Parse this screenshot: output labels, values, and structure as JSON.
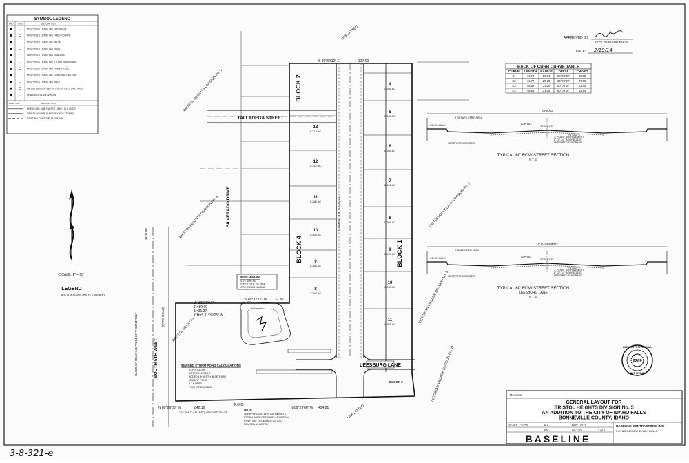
{
  "symbol_legend": {
    "title": "SYMBOL LEGEND",
    "headers": [
      "PRO",
      "EXIST",
      "DESCRIPTION"
    ],
    "items": [
      "PROPOSED / EXISTING ELEVATION",
      "PROPOSED / EXISTING FIRE HYDRANT",
      "PROPOSED / EXISTING VALVE",
      "PROPOSED / EXISTING PLUG",
      "PROPOSED / EXISTING MANHOLE",
      "PROPOSED / EXISTING STORM DRAIN INLET",
      "PROPOSED / EXISTING POWER POLE",
      "PROPOSED / EXISTING CURB AND GUTTER",
      "PROPOSED / EXISTING WALK",
      "WATER SERVICE METER PIT  CITY STD DWG 9050",
      "DRAINAGE FLOW ARROW"
    ],
    "linetype_headers": [
      "LINETYPE",
      "DESCRIPTION"
    ],
    "linetypes": [
      "PRESSURE LINE (WATER LINE) - CLS 50 DIP",
      "PIPE FLOW LINE (SANITARY AND STORM)",
      "EXISTING CONTOUR ELEVATION"
    ]
  },
  "approval": {
    "approved_by_label": "APPROVED BY:",
    "approver": "CITY OF IDAHO FALLS",
    "date_label": "DATE:",
    "date_value": "2/19/14"
  },
  "curve_table": {
    "title": "BACK OF CURB CURVE TABLE",
    "headers": [
      "CURVE",
      "LENGTH",
      "RADIUS",
      "DELTA",
      "CHORD"
    ],
    "rows": [
      [
        "C1",
        "41.72",
        "26.94",
        "90°44'48\"",
        "38.98"
      ],
      [
        "C2",
        "41.72",
        "26.68",
        "89°00'00\"",
        "37.80"
      ],
      [
        "C3",
        "46.69",
        "31.00",
        "90°00'00\"",
        "43.84"
      ],
      [
        "C4",
        "46.69",
        "31.00",
        "90°00'00\"",
        "43.84"
      ]
    ]
  },
  "sections": [
    {
      "title": "TYPICAL 60' ROW STREET SECTION",
      "subtitle": "",
      "scale": "N.T.S.",
      "row": "60' R/W",
      "labels": [
        "5.75' PARK STRIP AREA",
        "ASPHALT",
        "SEAL COAT",
        "3\" PLANT MIX PAVEMENT",
        "8\" OF 3/4\" AGGREGATE",
        "PREPARED SUBGRADE",
        "CONC. WALK",
        "METER PIT",
        "CURB STOP",
        "2% SLOPE"
      ]
    },
    {
      "title": "TYPICAL 60' ROW STREET SECTION",
      "subtitle": "LEESBURG LANE",
      "scale": "N.T.S.",
      "row": "10' EASEMENT",
      "labels": [
        "6' PARK STRIP AREA",
        "ASPHALT",
        "SEAL COAT",
        "3\" PLANT MIX PAVEMENT",
        "8\" OF 3/4\" AGGREGATE",
        "PREPARED SUBGRADE",
        "CONC. WALK",
        "METER PIT",
        "CURB STOP",
        "2% SLOPE"
      ]
    }
  ],
  "streets": {
    "talladega": "TALLADEGA STREET",
    "silverado": "SILVERADO DRIVE",
    "leesburg": "LEESBURG LANE",
    "south5th": "SOUTH 5TH WEST",
    "park_road": "(PARK ROAD)",
    "center": "COMSTOCK STREET"
  },
  "blocks": {
    "b2": "BLOCK 2",
    "b4": "BLOCK 4",
    "b1": "BLOCK 1",
    "b6": "BLOCK 6"
  },
  "lots_left": [
    {
      "n": "13",
      "a": "0.314 AC"
    },
    {
      "n": "12",
      "a": "0.314 AC"
    },
    {
      "n": "11",
      "a": "0.280 AC"
    },
    {
      "n": "10",
      "a": "0.266 AC"
    },
    {
      "n": "9",
      "a": "0.266 AC"
    },
    {
      "n": "8",
      "a": "0.266 AC"
    }
  ],
  "lots_right": [
    {
      "n": "4",
      "a": "0.265 AC"
    },
    {
      "n": "5",
      "a": "0.268 AC"
    },
    {
      "n": "6",
      "a": "0.265 AC"
    },
    {
      "n": "7",
      "a": "0.265 AC"
    },
    {
      "n": "8",
      "a": "0.265 AC"
    },
    {
      "n": "9",
      "a": "0.265 AC"
    },
    {
      "n": "10",
      "a": "0.265 AC"
    },
    {
      "n": "11",
      "a": "0.265 AC"
    }
  ],
  "subdivisions": {
    "bristol_1": "BRISTOL HEIGHTS DIVISION No. 1",
    "bristol_4": "BRISTOL HEIGHTS DIVISION No. 4",
    "bristol": "BRISTOL HEIGHTS",
    "victorian_2": "VICTORIAN VILLAGE DIVISION No. 2",
    "victorian_3": "VICTORIAN VILLAGE DIVISION No. 3",
    "victorian_11": "VICTORIAN VILLAGE DIVISION No. 11",
    "unplatted": "UNPLATTED"
  },
  "bearings": {
    "top": "S 89°32'12\" E",
    "top_dist": "317.00'",
    "mid": "N 89°32'12\" W",
    "mid_dist": "132.86'",
    "bottom_left": "N 89°29'08\" W",
    "bottom_left_dist": "842.16'",
    "bottom_right": "N 89°29'08\" W",
    "bottom_right_dist": "454.81'",
    "basis": "BASIS OF BEARING \"2304 CITY CONTROL\"",
    "pob": "P.O.B.",
    "dim_1020": "1020.00'"
  },
  "curve_data": [
    "Δ=22°23'54\"",
    "R=80.00",
    "L=31.27",
    "CH=S 11°39'05\" W"
  ],
  "benchmark": {
    "title": "BENCHMARK",
    "text": [
      "ELEV. 4692.58",
      "TOP / R.O.T.B. OF SIDE",
      "VERT. DATUM NAVD88"
    ]
  },
  "storm_pond": {
    "title": "REVISED STORM POND CALCULATIONS",
    "lines": [
      "TOP=4708.5 ft",
      "BOTTOM=4704.8 ft",
      "ADDED 1 ft DEPTH IN SE THIRD",
      "12,860 ft² POND",
      "3.7 ft DEEP",
      "7,560 ft³ REQUIRED"
    ],
    "required": "167,364 Cu. Ft. REQUIRED STORAGE",
    "note": "SEE APPROVED BRISTOL HEIGHTS STORM POND DESIGN BY MOUNTAIN RIVER INC. DECEMBER 10, 2010 REVISED AS NOTED",
    "note_title": "NOTE:"
  },
  "legend_left": {
    "scale": "SCALE: 1\" = 50'",
    "title": "LEGEND",
    "line": "8' PUBLIC UTILITY EASEMENT"
  },
  "title_block": {
    "lines": [
      "GENERAL LAYOUT FOR",
      "BRISTOL HEIGHTS DIVISION No. 5",
      "AN ADDITION TO THE CITY OF IDAHO FALLS",
      "BONNEVILLE COUNTY, IDAHO"
    ],
    "revision_label": "Revision",
    "scale": "SCALE: 1\" = 50'",
    "date": "NOV., 2013",
    "drawn": "K.A.",
    "checked": "F.M.",
    "job": "BL-1374",
    "sheet": "2 of 5",
    "company": "BASELINE",
    "company_full": "BASELINE CONTRACTORS, INC",
    "address": "P.O. BOX 4034  SHELLEY, IDAHO"
  },
  "seal": {
    "line1": "LICENSED PROFESSIONAL",
    "number": "6269",
    "line2": "STATE OF IDAHO"
  },
  "sheet_id": "3-8-321-e"
}
